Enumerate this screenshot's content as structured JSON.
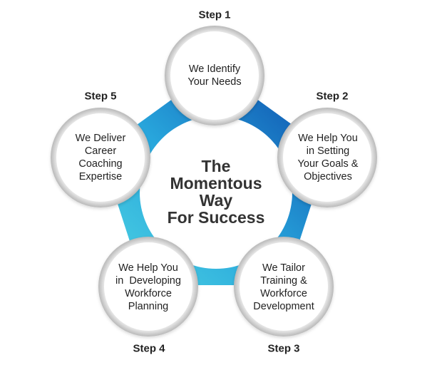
{
  "title": {
    "lines": [
      "The",
      "Momentous",
      "Way",
      "For Success"
    ]
  },
  "colors": {
    "pentagon_light": "#45cfe0",
    "pentagon_mid": "#2aa0dc",
    "pentagon_dark": "#0b4fb0",
    "ring_gray": "#c8c8c8",
    "text": "#222222"
  },
  "steps": [
    {
      "label": "Step 1",
      "lines": [
        "We Identify",
        "Your Needs"
      ]
    },
    {
      "label": "Step 2",
      "lines": [
        "We Help You",
        "in Setting",
        "Your Goals &",
        "Objectives"
      ]
    },
    {
      "label": "Step 3",
      "lines": [
        "We Tailor",
        "Training &",
        "Workforce",
        "Development"
      ]
    },
    {
      "label": "Step 4",
      "lines": [
        "We Help You",
        "in  Developing",
        "Workforce",
        "Planning"
      ]
    },
    {
      "label": "Step 5",
      "lines": [
        "We Deliver",
        "Career",
        "Coaching",
        "Expertise"
      ]
    }
  ]
}
